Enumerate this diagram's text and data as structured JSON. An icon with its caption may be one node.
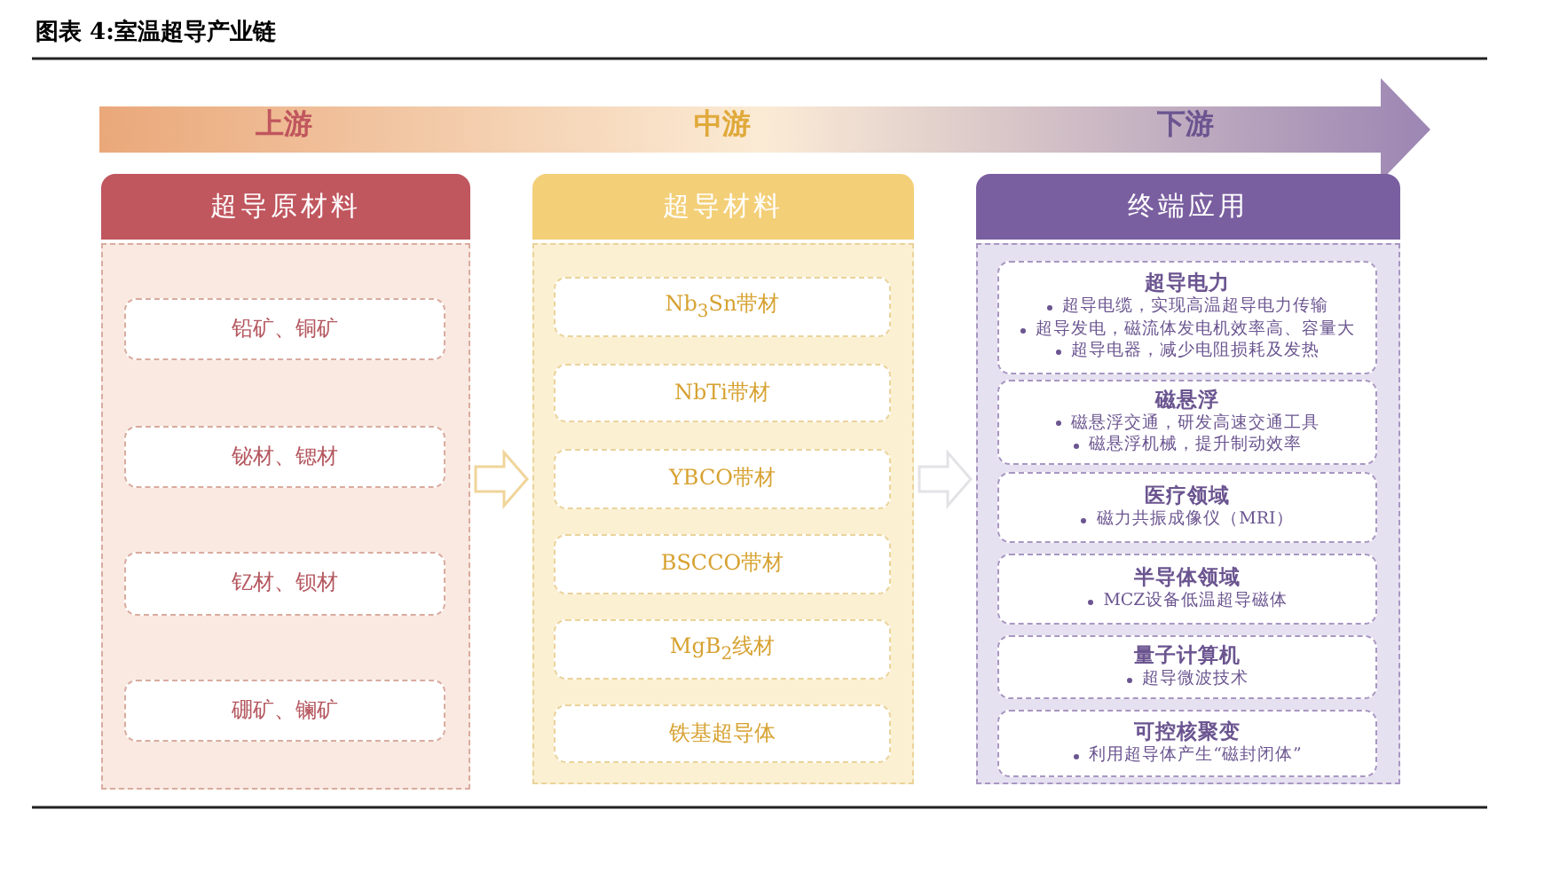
{
  "diagram": {
    "title": "图表 4:室温超导产业链",
    "nodes": [
      {
        "text": [
          "超导原材料"
        ]
      },
      {
        "text": [],
        "shape": "box"
      },
      {
        "text": [
          "铅矿、铜矿"
        ],
        "in": 1
      },
      {
        "text": [
          "铋材、锶材"
        ],
        "in": 1
      },
      {
        "text": [
          "钇材、钡材"
        ],
        "in": 1
      },
      {
        "text": [
          "硼矿、镧矿"
        ],
        "in": 1
      },
      {
        "text": [
          "超导材料"
        ]
      },
      {
        "text": [],
        "shape": "box"
      },
      {
        "text": [
          "Nb$_{3}$Sn带材"
        ],
        "in": 7
      },
      {
        "text": [
          "NbTi带材"
        ],
        "in": 7
      },
      {
        "text": [
          "YBCO带材"
        ],
        "in": 7
      },
      {
        "text": [
          "BSCCO带材"
        ],
        "in": 7
      },
      {
        "text": [
          "MgB$_{2}$线材"
        ],
        "in": 7
      },
      {
        "text": [
          "铁基超导体"
        ],
        "in": 7
      },
      {
        "text": [
          "终端应用"
        ]
      },
      {
        "text": [],
        "shape": "box"
      },
      {
        "text": [
          "超导电力",
          "超导电缆，实现高温超导电力传输",
          "超导发电，磁流体发电机效率高、容量大",
          "超导电器，减少电阻损耗及发热"
        ],
        "in": 15
      },
      {
        "text": [
          "磁悬浮",
          "磁悬浮交通，研发高速交通工具",
          "磁悬浮机械，提升制动效率"
        ],
        "in": 15
      },
      {
        "text": [
          "医疗领域",
          "磁力共振成像仪（MRI）"
        ],
        "in": 15
      },
      {
        "text": [
          "半导体领域",
          "MCZ设备低温超导磁体"
        ],
        "in": 15
      },
      {
        "text": [
          "量子计算机",
          "超导微波技术"
        ],
        "in": 15
      },
      {
        "text": [
          "可控核聚变",
          "利用超导体产生“磁封闭体”"
        ],
        "in": 15
      }
    ],
    "edges": [
      {
        "from": 1,
        "to": 7,
        "arrow": "to",
        "color": "#f0d59a"
      },
      {
        "from": 7,
        "to": 15,
        "arrow": "to",
        "color": "#e4e2e6"
      }
    ],
    "labels": [
      "上游",
      "中游",
      "下游"
    ]
  }
}
